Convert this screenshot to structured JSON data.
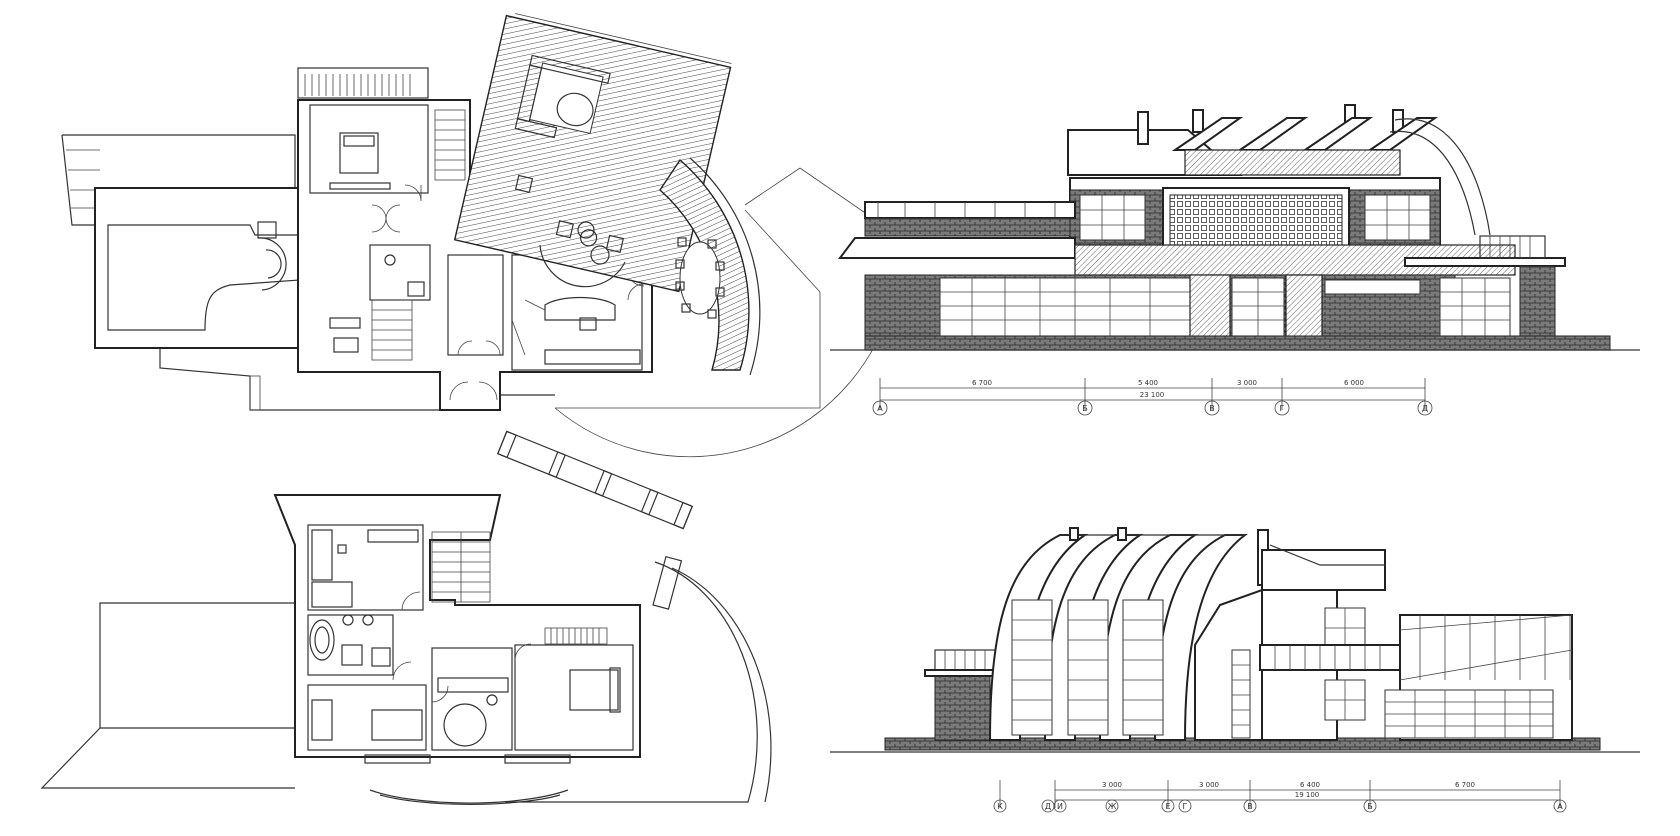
{
  "drawing_sheet": {
    "views": [
      "ground-floor-plan",
      "first-floor-plan",
      "main-facade",
      "side-facade"
    ]
  },
  "main_facade": {
    "dimensions": [
      "6 700",
      "5 400",
      "3 000",
      "6 000"
    ],
    "overall": "23 100",
    "axes": [
      "А",
      "Б",
      "В",
      "Г",
      "Д"
    ]
  },
  "side_facade": {
    "dimensions": [
      "3 000",
      "3 000",
      "6 400",
      "6 700"
    ],
    "overall": "19 100",
    "axes": [
      "К",
      "Д",
      "И",
      "Ж",
      "Е",
      "Г",
      "В",
      "Б",
      "А"
    ]
  },
  "colors": {
    "line": "#333333",
    "background": "#ffffff"
  }
}
